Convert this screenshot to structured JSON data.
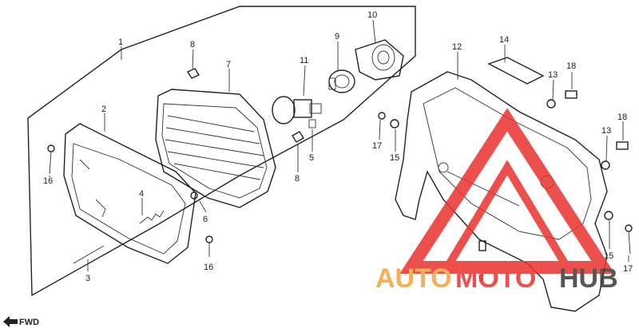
{
  "labels": {
    "l1": "1",
    "l2": "2",
    "l3": "3",
    "l4": "4",
    "l5": "5",
    "l6": "6",
    "l7": "7",
    "l8a": "8",
    "l8b": "8",
    "l9a": "9",
    "l9b": "9",
    "l10": "10",
    "l11": "11",
    "l12": "12",
    "l13a": "13",
    "l13b": "13",
    "l14": "14",
    "l15a": "15",
    "l15b": "15",
    "l16a": "16",
    "l16b": "16",
    "l17a": "17",
    "l17b": "17",
    "l18a": "18",
    "l18b": "18"
  },
  "fwd": "FWD",
  "watermark": {
    "part1": "AUTO",
    "part2": "MOTO",
    "part3": "HUB",
    "color_orange": "#f4a33a",
    "color_red": "#e8322e",
    "color_dark": "#3a3a3a"
  }
}
